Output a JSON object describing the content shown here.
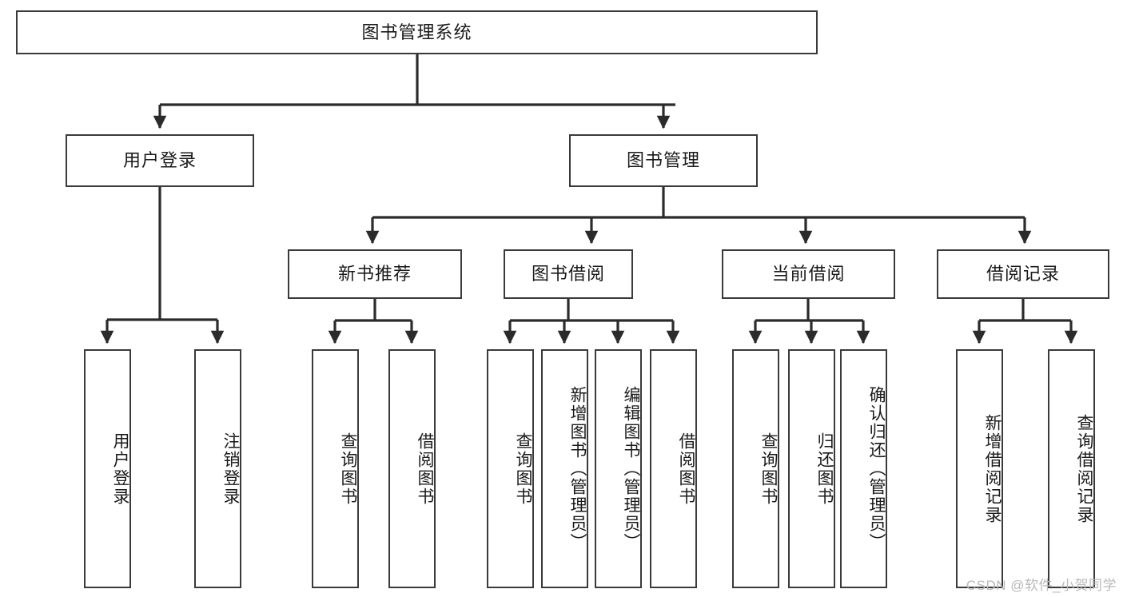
{
  "diagram": {
    "title_node": {
      "id": "root",
      "label": "图书管理系统"
    },
    "level2": [
      {
        "id": "user-login",
        "label": "用户登录"
      },
      {
        "id": "book-manage",
        "label": "图书管理"
      }
    ],
    "level3": [
      {
        "id": "new-book-recommend",
        "label": "新书推荐"
      },
      {
        "id": "book-borrow",
        "label": "图书借阅"
      },
      {
        "id": "current-borrow",
        "label": "当前借阅"
      },
      {
        "id": "borrow-record",
        "label": "借阅记录"
      }
    ],
    "leaves": [
      {
        "id": "leaf-user-login",
        "label": "用户登录",
        "parent": "user-login"
      },
      {
        "id": "leaf-user-logout",
        "label": "注销登录",
        "parent": "user-login"
      },
      {
        "id": "leaf-query-book-1",
        "label": "查询图书",
        "parent": "new-book-recommend"
      },
      {
        "id": "leaf-borrow-book-1",
        "label": "借阅图书",
        "parent": "new-book-recommend"
      },
      {
        "id": "leaf-query-book-2",
        "label": "查询图书",
        "parent": "book-borrow"
      },
      {
        "id": "leaf-add-book",
        "label": "新增图书（管理员）",
        "parent": "book-borrow"
      },
      {
        "id": "leaf-edit-book",
        "label": "编辑图书（管理员）",
        "parent": "book-borrow"
      },
      {
        "id": "leaf-borrow-book-2",
        "label": "借阅图书",
        "parent": "book-borrow"
      },
      {
        "id": "leaf-query-book-3",
        "label": "查询图书",
        "parent": "current-borrow"
      },
      {
        "id": "leaf-return-book",
        "label": "归还图书",
        "parent": "current-borrow"
      },
      {
        "id": "leaf-confirm-return",
        "label": "确认归还（管理员）",
        "parent": "current-borrow"
      },
      {
        "id": "leaf-add-record",
        "label": "新增借阅记录",
        "parent": "borrow-record"
      },
      {
        "id": "leaf-query-record",
        "label": "查询借阅记录",
        "parent": "borrow-record"
      }
    ],
    "colors": {
      "border": "#3a3a3a",
      "text": "#1a1a1a",
      "background": "#ffffff",
      "edge": "#2b2b2b",
      "watermark": "#b9b9b9"
    }
  },
  "watermark": {
    "text": "CSDN @软件_小贺同学"
  }
}
